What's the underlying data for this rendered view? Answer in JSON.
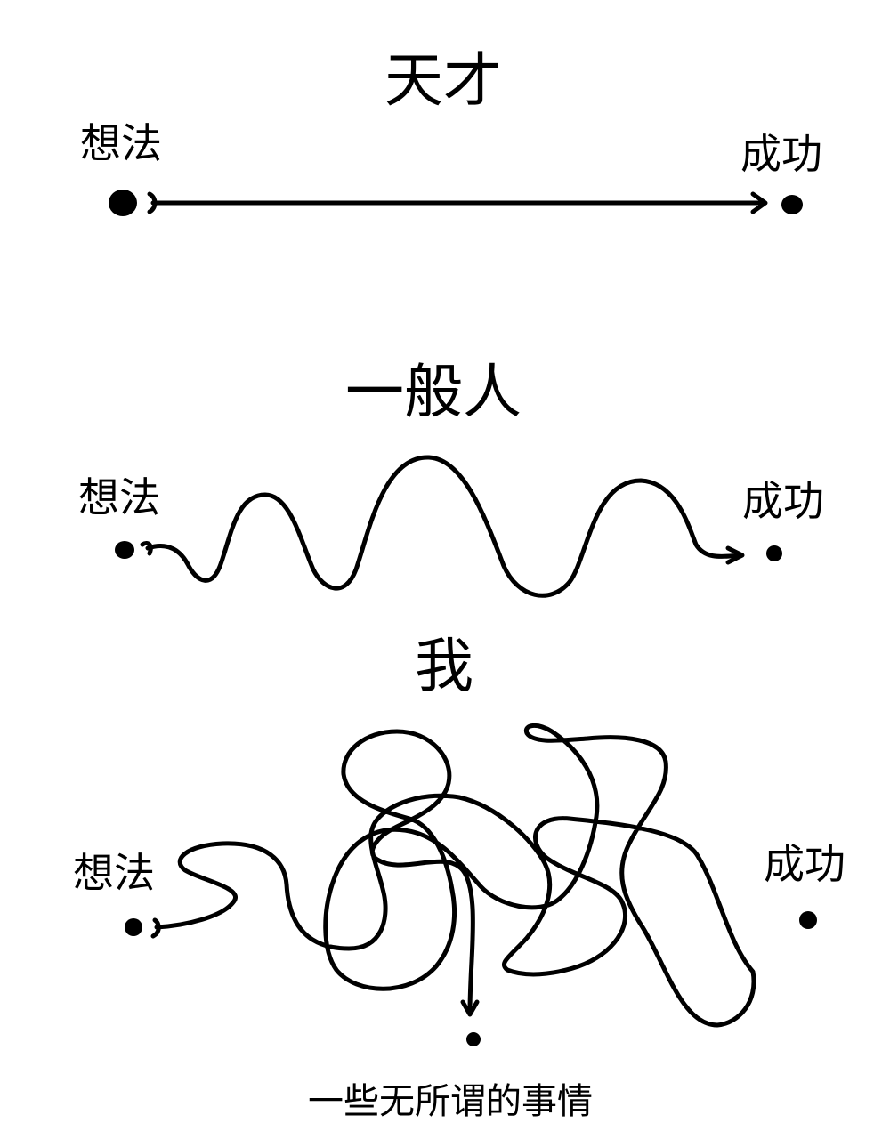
{
  "sections": {
    "genius": {
      "title": "天才",
      "start": "想法",
      "end": "成功"
    },
    "average": {
      "title": "一般人",
      "start": "想法",
      "end": "成功"
    },
    "me": {
      "title": "我",
      "start": "想法",
      "end": "成功",
      "actual_end": "一些无所谓的事情"
    }
  },
  "colors": {
    "ink": "#000000",
    "background": "#ffffff"
  }
}
